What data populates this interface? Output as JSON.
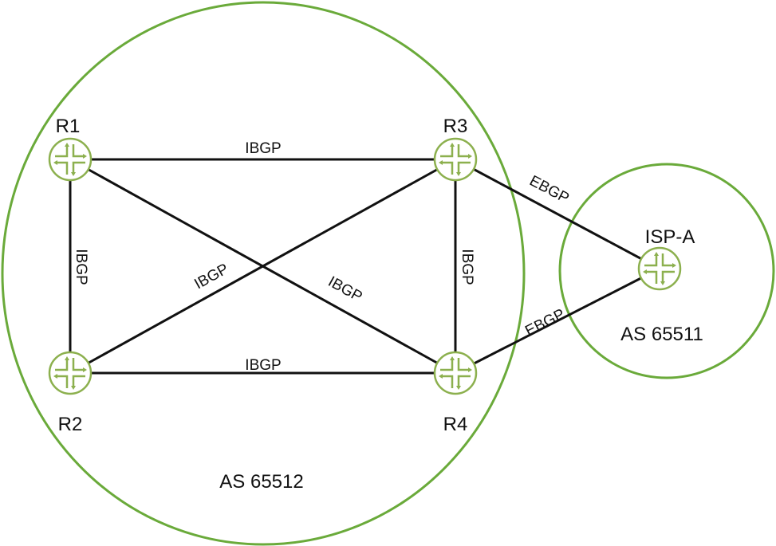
{
  "colors": {
    "as_border": "#6aaa3a",
    "router": "#8cb04e",
    "link": "#111111"
  },
  "routers": [
    {
      "id": "R1",
      "label": "R1"
    },
    {
      "id": "R2",
      "label": "R2"
    },
    {
      "id": "R3",
      "label": "R3"
    },
    {
      "id": "R4",
      "label": "R4"
    },
    {
      "id": "ISP-A",
      "label": "ISP-A"
    }
  ],
  "autonomous_systems": [
    {
      "label": "AS 65512",
      "members": [
        "R1",
        "R2",
        "R3",
        "R4"
      ]
    },
    {
      "label": "AS 65511",
      "members": [
        "ISP-A"
      ]
    }
  ],
  "links": [
    {
      "from": "R1",
      "to": "R3",
      "label": "IBGP"
    },
    {
      "from": "R2",
      "to": "R4",
      "label": "IBGP"
    },
    {
      "from": "R1",
      "to": "R2",
      "label": "IBGP"
    },
    {
      "from": "R3",
      "to": "R4",
      "label": "IBGP"
    },
    {
      "from": "R2",
      "to": "R3",
      "label": "IBGP"
    },
    {
      "from": "R1",
      "to": "R4",
      "label": "IBGP"
    },
    {
      "from": "R3",
      "to": "ISP-A",
      "label": "EBGP"
    },
    {
      "from": "R4",
      "to": "ISP-A",
      "label": "EBGP"
    }
  ]
}
